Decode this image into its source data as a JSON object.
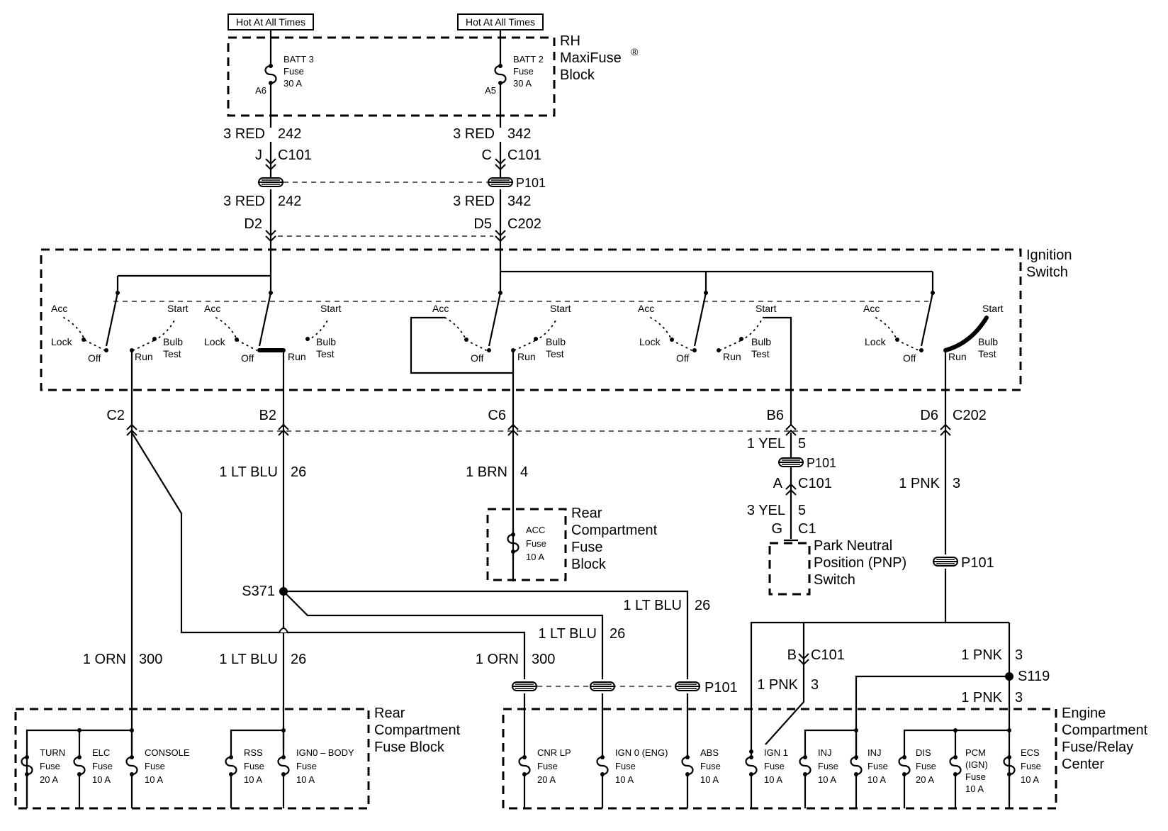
{
  "hot_labels": [
    "Hot At All Times",
    "Hot At All Times"
  ],
  "maxifuse": {
    "label_lines": [
      "RH",
      "MaxiFuse",
      "Block"
    ],
    "registered": "®",
    "fuses": [
      {
        "name": "BATT 3",
        "word": "Fuse",
        "rating": "30 A",
        "cavity": "A6"
      },
      {
        "name": "BATT 2",
        "word": "Fuse",
        "rating": "30 A",
        "cavity": "A5"
      }
    ]
  },
  "wires_top": {
    "left_upper": {
      "gauge_color": "3 RED",
      "circuit": "242",
      "pin": "J",
      "connector": "C101"
    },
    "right_upper": {
      "gauge_color": "3 RED",
      "circuit": "342",
      "pin": "C",
      "connector": "C101"
    },
    "passthrough": "P101",
    "left_lower": {
      "gauge_color": "3 RED",
      "circuit": "242",
      "pin": "D2"
    },
    "right_lower": {
      "gauge_color": "3 RED",
      "circuit": "342",
      "pin": "D5",
      "connector": "C202"
    }
  },
  "ignition_switch": {
    "label_lines": [
      "Ignition",
      "Switch"
    ],
    "positions": {
      "acc": "Acc",
      "lock": "Lock",
      "off": "Off",
      "run": "Run",
      "start": "Start",
      "bulb": "Bulb",
      "test": "Test"
    }
  },
  "c202_pins": [
    {
      "pin": "C2"
    },
    {
      "pin": "B2"
    },
    {
      "pin": "C6"
    },
    {
      "pin": "B6"
    },
    {
      "pin": "D6",
      "connector": "C202"
    }
  ],
  "mid_wires": {
    "blu": {
      "gauge_color": "1 LT BLU",
      "circuit": "26"
    },
    "brn": {
      "gauge_color": "1 BRN",
      "circuit": "4"
    },
    "yel_upper": {
      "gauge_color": "1 YEL",
      "circuit": "5"
    },
    "p101": "P101",
    "yel_c101": {
      "pin": "A",
      "connector": "C101"
    },
    "yel_lower": {
      "gauge_color": "3 YEL",
      "circuit": "5"
    },
    "pnp_conn": {
      "pin": "G",
      "connector": "C1"
    },
    "pnk": {
      "gauge_color": "1 PNK",
      "circuit": "3"
    },
    "pnk_p101": "P101"
  },
  "acc_fuse": {
    "name": "ACC",
    "word": "Fuse",
    "rating": "10 A"
  },
  "rear_block_mid_label": [
    "Rear",
    "Compartment",
    "Fuse",
    "Block"
  ],
  "pnp_switch_label": [
    "Park Neutral",
    "Position (PNP)",
    "Switch"
  ],
  "splice_s371": "S371",
  "lower_wires": {
    "blu_right": {
      "gauge_color": "1 LT BLU",
      "circuit": "26"
    },
    "blu_mid": {
      "gauge_color": "1 LT BLU",
      "circuit": "26"
    },
    "orn_left": {
      "gauge_color": "1 ORN",
      "circuit": "300"
    },
    "blu_left": {
      "gauge_color": "1 LT BLU",
      "circuit": "26"
    },
    "orn_right": {
      "gauge_color": "1 ORN",
      "circuit": "300"
    },
    "p101": "P101",
    "c101": {
      "pin": "B",
      "connector": "C101"
    },
    "pnk_b": {
      "gauge_color": "1 PNK",
      "circuit": "3"
    },
    "pnk_top": {
      "gauge_color": "1 PNK",
      "circuit": "3"
    },
    "splice_s119": "S119",
    "pnk_bottom": {
      "gauge_color": "1 PNK",
      "circuit": "3"
    }
  },
  "rear_block": {
    "label_lines": [
      "Rear",
      "Compartment",
      "Fuse Block"
    ],
    "fuses": [
      {
        "name": "TURN",
        "word": "Fuse",
        "rating": "20 A"
      },
      {
        "name": "ELC",
        "word": "Fuse",
        "rating": "10 A"
      },
      {
        "name": "CONSOLE",
        "word": "Fuse",
        "rating": "10 A"
      },
      {
        "name": "RSS",
        "word": "Fuse",
        "rating": "10 A"
      },
      {
        "name": "IGN0 – BODY",
        "word": "Fuse",
        "rating": "10 A"
      }
    ]
  },
  "engine_block": {
    "label_lines": [
      "Engine",
      "Compartment",
      "Fuse/Relay",
      "Center"
    ],
    "fuses": [
      {
        "name": "CNR LP",
        "word": "Fuse",
        "rating": "20 A"
      },
      {
        "name": "IGN 0 (ENG)",
        "word": "Fuse",
        "rating": "10 A"
      },
      {
        "name": "ABS",
        "word": "Fuse",
        "rating": "10 A"
      },
      {
        "name": "IGN 1",
        "word": "Fuse",
        "rating": "10 A"
      },
      {
        "name": "INJ",
        "word": "Fuse",
        "rating": "10 A"
      },
      {
        "name": "INJ",
        "word": "Fuse",
        "rating": "10 A"
      },
      {
        "name": "DIS",
        "word": "Fuse",
        "rating": "20 A"
      },
      {
        "name": "PCM",
        "word": "(IGN)",
        "word2": "Fuse",
        "rating": "10 A"
      },
      {
        "name": "ECS",
        "word": "Fuse",
        "rating": "10 A"
      }
    ]
  }
}
